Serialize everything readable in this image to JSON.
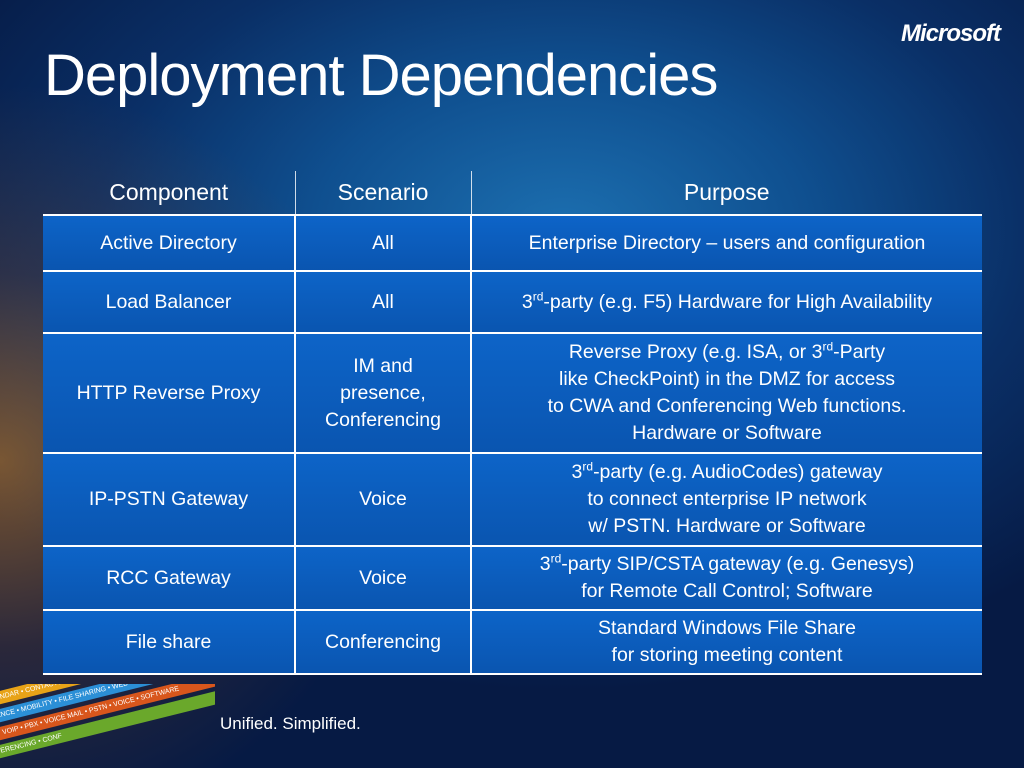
{
  "slide": {
    "title": "Deployment Dependencies",
    "logo": "Microsoft",
    "tagline": "Unified. Simplified."
  },
  "table": {
    "headers": [
      "Component",
      "Scenario",
      "Purpose"
    ],
    "rows": [
      {
        "component": "Active Directory",
        "scenario": [
          "All"
        ],
        "purpose": [
          {
            "pre": "Enterprise Directory – users and configuration"
          }
        ]
      },
      {
        "component": "Load Balancer",
        "scenario": [
          "All"
        ],
        "purpose": [
          {
            "pre": "3",
            "sup": "rd",
            "post": "-party (e.g. F5) Hardware for High Availability"
          }
        ]
      },
      {
        "component": "HTTP Reverse Proxy",
        "scenario": [
          "IM and",
          "presence,",
          "Conferencing"
        ],
        "purpose": [
          {
            "pre": "Reverse Proxy (e.g. ISA, or 3",
            "sup": "rd",
            "post": "-Party"
          },
          {
            "pre": "like CheckPoint) in the DMZ for access"
          },
          {
            "pre": "to CWA and Conferencing Web functions."
          },
          {
            "pre": "Hardware or Software"
          }
        ]
      },
      {
        "component": "IP-PSTN Gateway",
        "scenario": [
          "Voice"
        ],
        "purpose": [
          {
            "pre": "3",
            "sup": "rd",
            "post": "-party (e.g. AudioCodes) gateway"
          },
          {
            "pre": "to connect enterprise IP network"
          },
          {
            "pre": "w/ PSTN.  Hardware or Software"
          }
        ]
      },
      {
        "component": "RCC Gateway",
        "scenario": [
          "Voice"
        ],
        "purpose": [
          {
            "pre": "3",
            "sup": "rd",
            "post": "-party SIP/CSTA gateway (e.g. Genesys)"
          },
          {
            "pre": "for Remote Call Control;   Software"
          }
        ]
      },
      {
        "component": "File share",
        "scenario": [
          "Conferencing"
        ],
        "purpose": [
          {
            "pre": "Standard Windows File Share"
          },
          {
            "pre": "for storing meeting content"
          }
        ]
      }
    ]
  },
  "badge": {
    "ribbons": [
      {
        "text": "LENDAR • CONTACTS • P",
        "color": "#e8a317"
      },
      {
        "text": "SENCE • MOBILITY • FILE SHARING • WEB • AUDIO",
        "color": "#2b8fd6"
      },
      {
        "text": "NT VOIP • PBX • VOICE MAIL • PSTN • VOICE • SOFTWARE",
        "color": "#d8561c"
      },
      {
        "text": "NFERENCING • CONF",
        "color": "#6aa82b"
      }
    ]
  },
  "colors": {
    "cell_fill": "#0a5ec0",
    "background_dark": "#061a44",
    "background_accent": "#d68420"
  }
}
